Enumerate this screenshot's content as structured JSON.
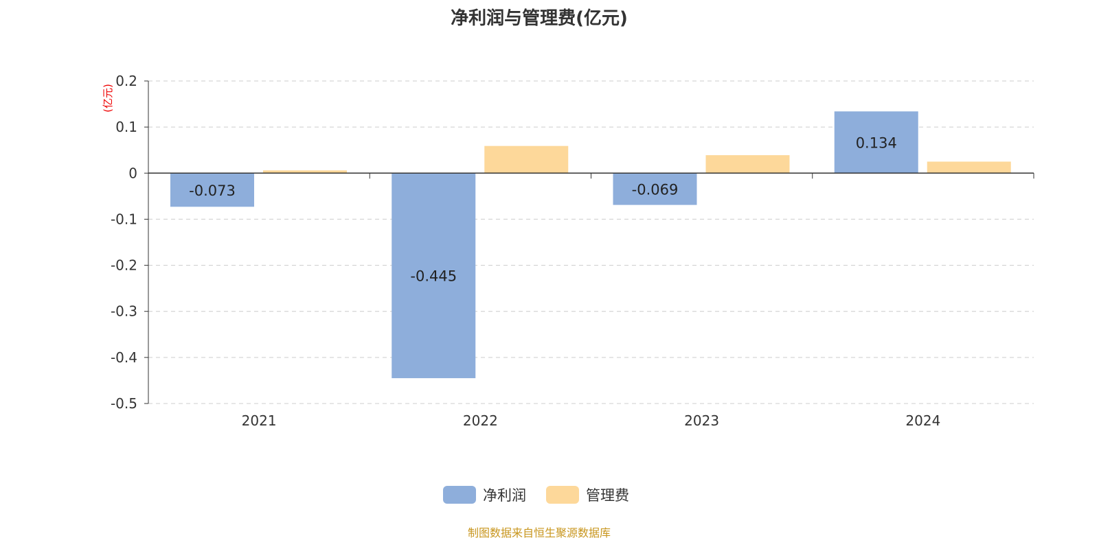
{
  "chart_data": {
    "type": "bar",
    "title": "净利润与管理费(亿元)",
    "ylabel": "(亿元)",
    "xlabel": "",
    "categories": [
      "2021",
      "2022",
      "2023",
      "2024"
    ],
    "series": [
      {
        "name": "净利润",
        "color": "#8eaedb",
        "values": [
          -0.073,
          -0.445,
          -0.069,
          0.134
        ],
        "labels": [
          "-0.073",
          "-0.445",
          "-0.069",
          "0.134"
        ]
      },
      {
        "name": "管理费",
        "color": "#fdd89a",
        "values": [
          0.006,
          0.059,
          0.039,
          0.025
        ]
      }
    ],
    "ylim": [
      -0.5,
      0.2
    ],
    "yticks": [
      "0.2",
      "0.1",
      "0",
      "-0.1",
      "-0.2",
      "-0.3",
      "-0.4",
      "-0.5"
    ],
    "ytick_values": [
      0.2,
      0.1,
      0,
      -0.1,
      -0.2,
      -0.3,
      -0.4,
      -0.5
    ],
    "grid": true,
    "legend_position": "bottom-center"
  },
  "source": "制图数据来自恒生聚源数据库"
}
